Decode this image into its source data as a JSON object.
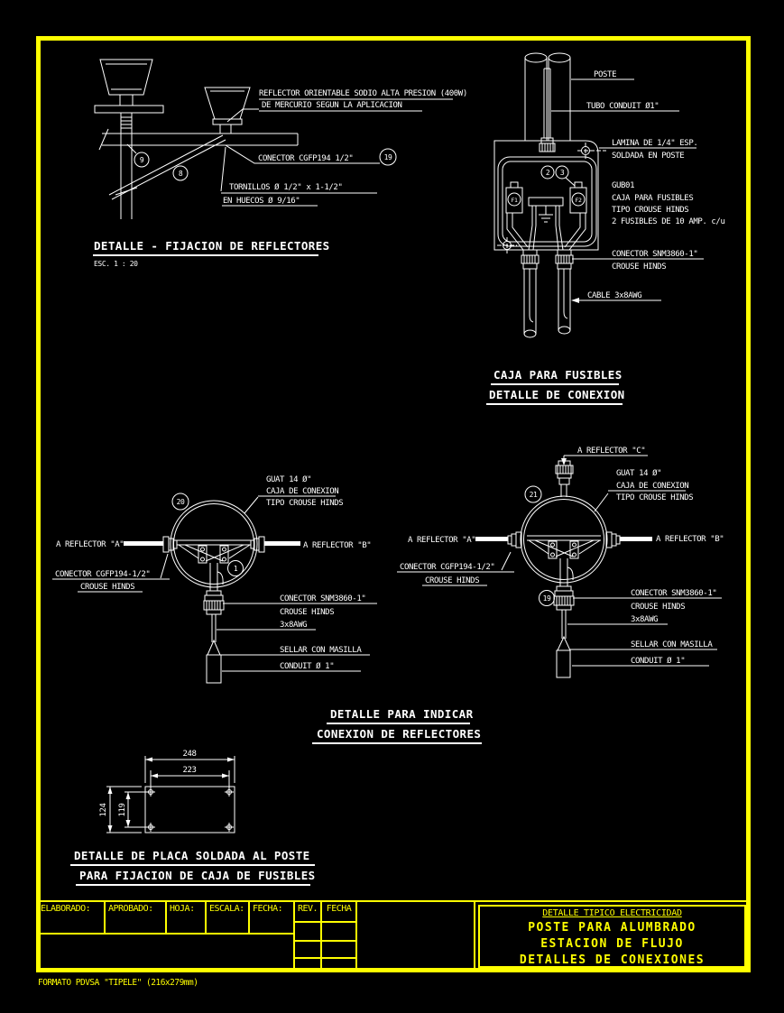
{
  "colors": {
    "background": "#000000",
    "line": "#ffffff",
    "accent": "#ffff00"
  },
  "drawing": {
    "detail_reflectores": {
      "title": "DETALLE - FIJACION DE REFLECTORES",
      "scale": "ESC. 1 : 20",
      "labels": {
        "reflector1": "REFLECTOR ORIENTABLE SODIO ALTA PRESION (400W)",
        "reflector2": "DE MERCURIO SEGUN LA APLICACION",
        "conector": "CONECTOR CGFP194 1/2\"",
        "tornillos1": "TORNILLOS Ø 1/2\" x 1-1/2\"",
        "tornillos2": "EN HUECOS Ø 9/16\"",
        "balloon9": "9",
        "balloon8": "8",
        "balloon19": "19"
      }
    },
    "detail_fusibles": {
      "caption1": "CAJA PARA FUSIBLES",
      "caption2": "DETALLE DE CONEXION",
      "labels": {
        "poste": "POSTE",
        "tubo": "TUBO CONDUIT Ø1\"",
        "lamina1": "LAMINA DE 1/4\" ESP.",
        "lamina2": "SOLDADA EN POSTE",
        "gub": "GUB01",
        "caja": "CAJA PARA FUSIBLES",
        "tipo": "TIPO CROUSE HINDS",
        "fusibles": "2 FUSIBLES DE 10 AMP. c/u",
        "snm": "CONECTOR SNM3860-1\"",
        "snm2": "CROUSE HINDS",
        "cable": "CABLE 3x8AWG",
        "f1": "F1",
        "f2": "F2",
        "balloon2": "2",
        "balloon3": "3"
      }
    },
    "junction_left": {
      "balloon": "20",
      "balloon_inner": "1",
      "guat": "GUAT 14 Ø\"",
      "caja": "CAJA DE CONEXION",
      "tipo": "TIPO CROUSE HINDS",
      "refl_a": "A REFLECTOR \"A\"",
      "refl_b": "A REFLECTOR \"B\"",
      "cgfp": "CONECTOR CGFP194-1/2\"",
      "cgfp2": "CROUSE HINDS",
      "snm": "CONECTOR SNM3860-1\"",
      "snm2": "CROUSE HINDS",
      "awg": "3x8AWG",
      "sellar": "SELLAR CON MASILLA",
      "conduit": "CONDUIT Ø 1\""
    },
    "junction_right": {
      "balloon": "21",
      "balloon_conn": "19",
      "refl_c": "A REFLECTOR \"C\"",
      "guat": "GUAT 14 Ø\"",
      "caja": "CAJA DE CONEXION",
      "tipo": "TIPO CROUSE HINDS",
      "refl_a": "A REFLECTOR \"A\"",
      "refl_b": "A REFLECTOR \"B\"",
      "cgfp": "CONECTOR CGFP194-1/2\"",
      "cgfp2": "CROUSE HINDS",
      "snm": "CONECTOR SNM3860-1\"",
      "snm2": "CROUSE HINDS",
      "awg": "3x8AWG",
      "sellar": "SELLAR CON MASILLA",
      "conduit": "CONDUIT Ø 1\""
    },
    "caption_conexion1": "DETALLE PARA INDICAR",
    "caption_conexion2": "CONEXION DE REFLECTORES",
    "detail_placa": {
      "caption1": "DETALLE DE PLACA SOLDADA AL POSTE",
      "caption2": "PARA FIJACION DE CAJA DE FUSIBLES",
      "dim_outer_w": "248",
      "dim_inner_w": "223",
      "dim_outer_h": "124",
      "dim_inner_h": "119"
    }
  },
  "titleblock": {
    "elaborado": "ELABORADO:",
    "aprobado": "APROBADO:",
    "hoja": "HOJA:",
    "escala": "ESCALA:",
    "fecha": "FECHA:",
    "rev": "REV.",
    "fecha_rev": "FECHA",
    "discipline": "DETALLE TIPICO ELECTRICIDAD",
    "title1": "POSTE PARA ALUMBRADO",
    "title2": "ESTACION DE FLUJO",
    "title3": "DETALLES DE CONEXIONES"
  },
  "footer": {
    "format_note": "FORMATO PDVSA \"TIPELE\" (216x279mm)"
  }
}
